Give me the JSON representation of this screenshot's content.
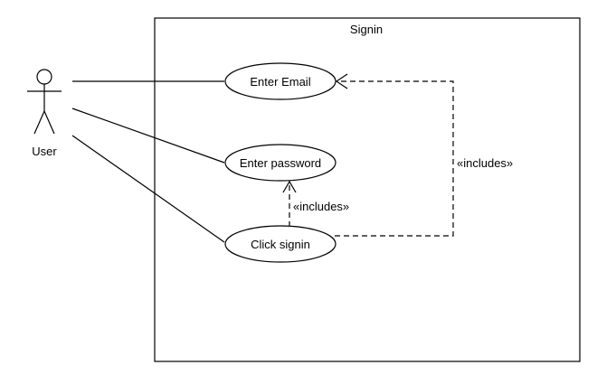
{
  "system": {
    "label": "Signin"
  },
  "actor": {
    "label": "User"
  },
  "use_cases": [
    {
      "label": "Enter Email"
    },
    {
      "label": "Enter password"
    },
    {
      "label": "Click signin"
    }
  ],
  "relations": {
    "includes_right_label": "«includes»",
    "includes_center_label": "«includes»"
  }
}
